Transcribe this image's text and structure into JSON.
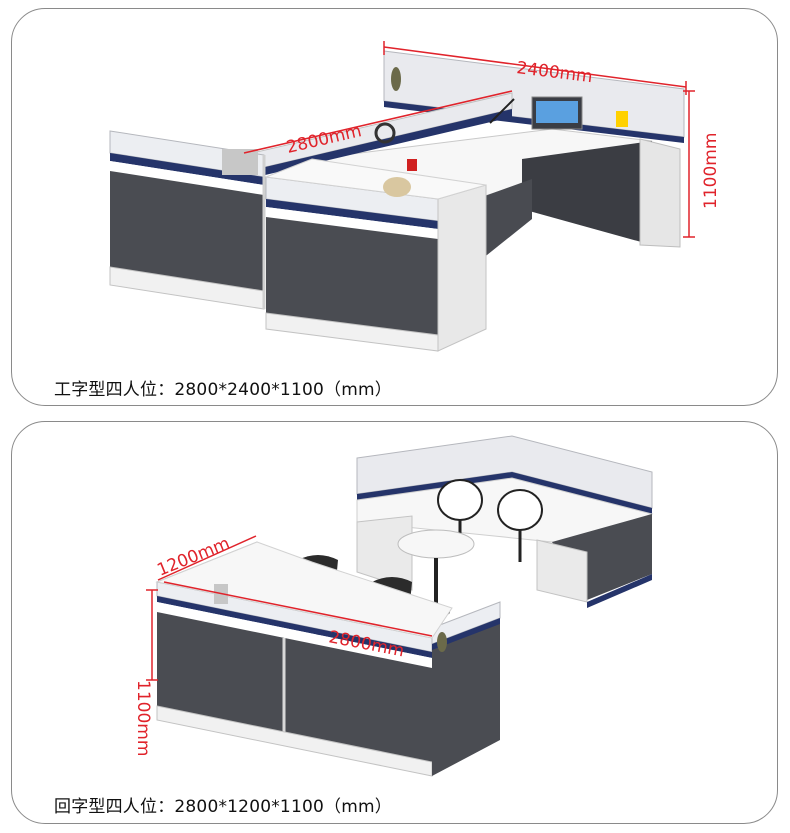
{
  "panels": [
    {
      "caption": "工字型四人位：2800*2400*1100（mm）",
      "dimensions": {
        "width": "2400mm",
        "depth": "2800mm",
        "height": "1100mm"
      }
    },
    {
      "caption": "回字型四人位：2800*1200*1100（mm）",
      "dimensions": {
        "width": "2800mm",
        "depth": "1200mm",
        "height": "1100mm"
      }
    }
  ],
  "colors": {
    "dimension_line": "#e0232b",
    "panel_dark": "#4a4c52",
    "trim_navy": "#25346a",
    "frame_white": "#f2f2f2",
    "frame_border": "#8a8a8a"
  }
}
